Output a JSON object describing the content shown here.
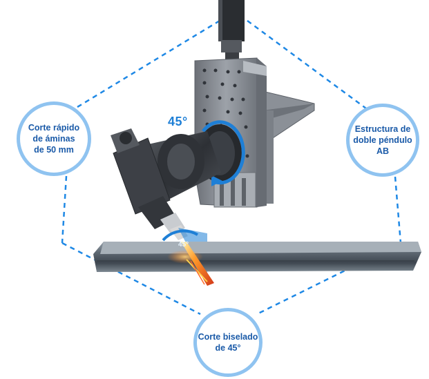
{
  "features": {
    "left": {
      "line1": "Corte rápido",
      "line2": "de áminas",
      "line3": "de 50 mm"
    },
    "right": {
      "line1": "Estructura de",
      "line2": "doble péndulo",
      "line3": "AB"
    },
    "bottom": {
      "line1": "Corte biselado",
      "line2": "de 45°"
    }
  },
  "angle_labels": {
    "rotation": "45°",
    "bevel": "45°"
  },
  "colors": {
    "accent": "#1e7fd6",
    "bubble_border": "#8fc3f0",
    "text": "#1a5aa8",
    "machine_dark": "#3a3d42",
    "machine_mid": "#8a8f96",
    "beam_orange": "#ff8a1e"
  }
}
